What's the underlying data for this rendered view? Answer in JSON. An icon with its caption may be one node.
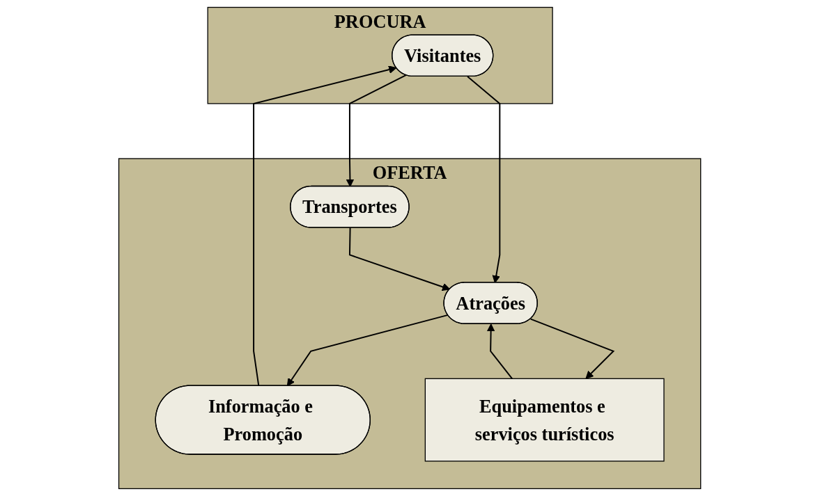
{
  "diagram": {
    "nodes": [
      {
        "text": [
          "PROCURA"
        ]
      },
      {
        "text": [
          "Visitantes"
        ],
        "in": 0
      },
      {
        "text": [
          "OFERTA"
        ]
      },
      {
        "text": [
          "Informação e Promoção"
        ],
        "in": 2
      },
      {
        "text": [
          "Transportes"
        ],
        "in": 2
      },
      {
        "text": [
          "Atrações"
        ],
        "in": 2
      },
      {
        "text": [
          "Equipamentos e serviços turísticos"
        ],
        "in": 2
      }
    ],
    "edges": [
      {
        "from": 3,
        "to": 1,
        "arrow": "to"
      },
      {
        "from": 1,
        "to": 4,
        "arrow": "to"
      },
      {
        "from": 1,
        "to": 5,
        "arrow": "to"
      },
      {
        "from": 4,
        "to": 5,
        "arrow": "to"
      },
      {
        "from": 5,
        "to": 3,
        "arrow": "to"
      },
      {
        "from": 6,
        "to": 5,
        "arrow": "to"
      },
      {
        "from": 5,
        "to": 6,
        "arrow": "to"
      }
    ]
  }
}
